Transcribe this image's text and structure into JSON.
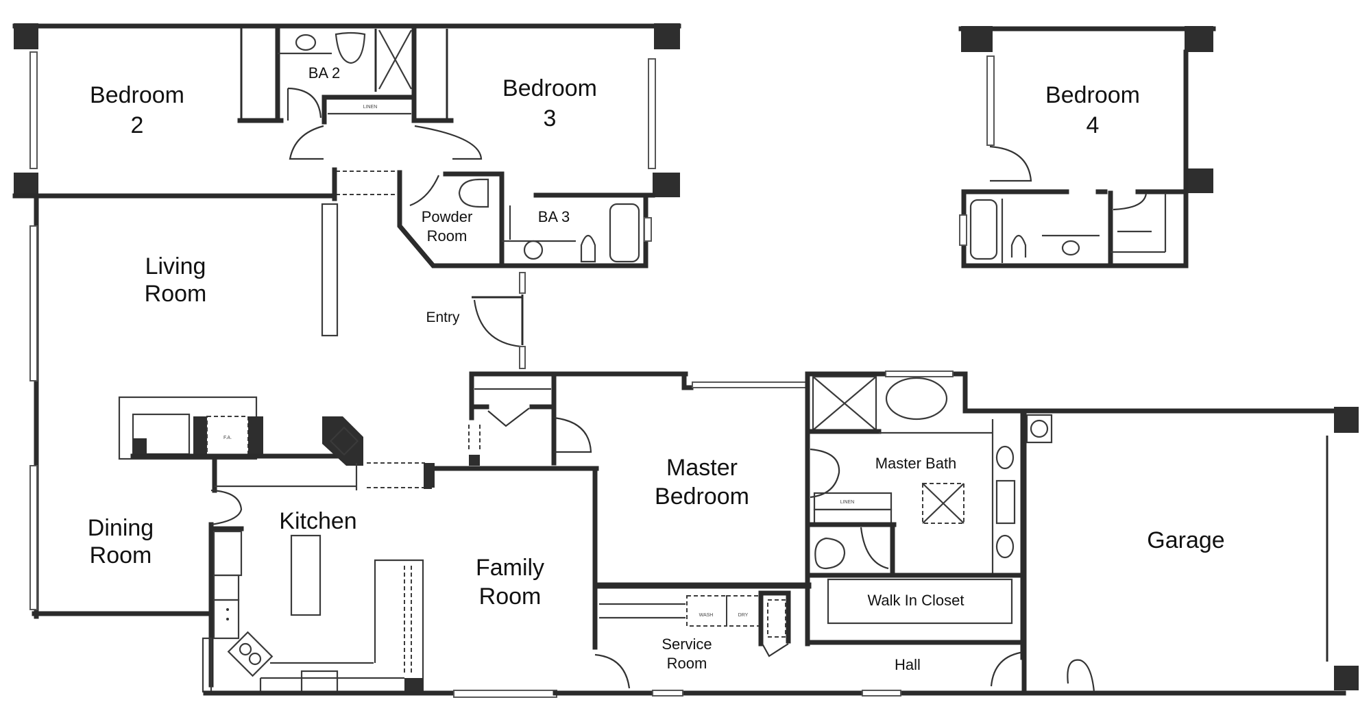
{
  "floor_plan": {
    "rooms": {
      "bedroom_2": {
        "line1": "Bedroom",
        "line2": "2"
      },
      "bedroom_3": {
        "line1": "Bedroom",
        "line2": "3"
      },
      "bedroom_4": {
        "line1": "Bedroom",
        "line2": "4"
      },
      "ba_2": {
        "line1": "BA 2"
      },
      "ba_3": {
        "line1": "BA 3"
      },
      "powder_room": {
        "line1": "Powder",
        "line2": "Room"
      },
      "living_room": {
        "line1": "Living",
        "line2": "Room"
      },
      "entry": {
        "line1": "Entry"
      },
      "dining_room": {
        "line1": "Dining",
        "line2": "Room"
      },
      "kitchen": {
        "line1": "Kitchen"
      },
      "family_room": {
        "line1": "Family",
        "line2": "Room"
      },
      "master_bedroom": {
        "line1": "Master",
        "line2": "Bedroom"
      },
      "master_bath": {
        "line1": "Master Bath"
      },
      "walk_in_closet": {
        "line1": "Walk In Closet"
      },
      "service_room": {
        "line1": "Service",
        "line2": "Room"
      },
      "hall": {
        "line1": "Hall"
      },
      "garage": {
        "line1": "Garage"
      }
    },
    "fixture_labels": {
      "linen_ba2": "LINEN",
      "linen_master": "LINEN",
      "fireplace": "F.A.",
      "washer": "WASH",
      "dryer": "DRY"
    },
    "colors": {
      "wall": "#2b2b2b",
      "background": "#ffffff",
      "text": "#111111"
    }
  }
}
